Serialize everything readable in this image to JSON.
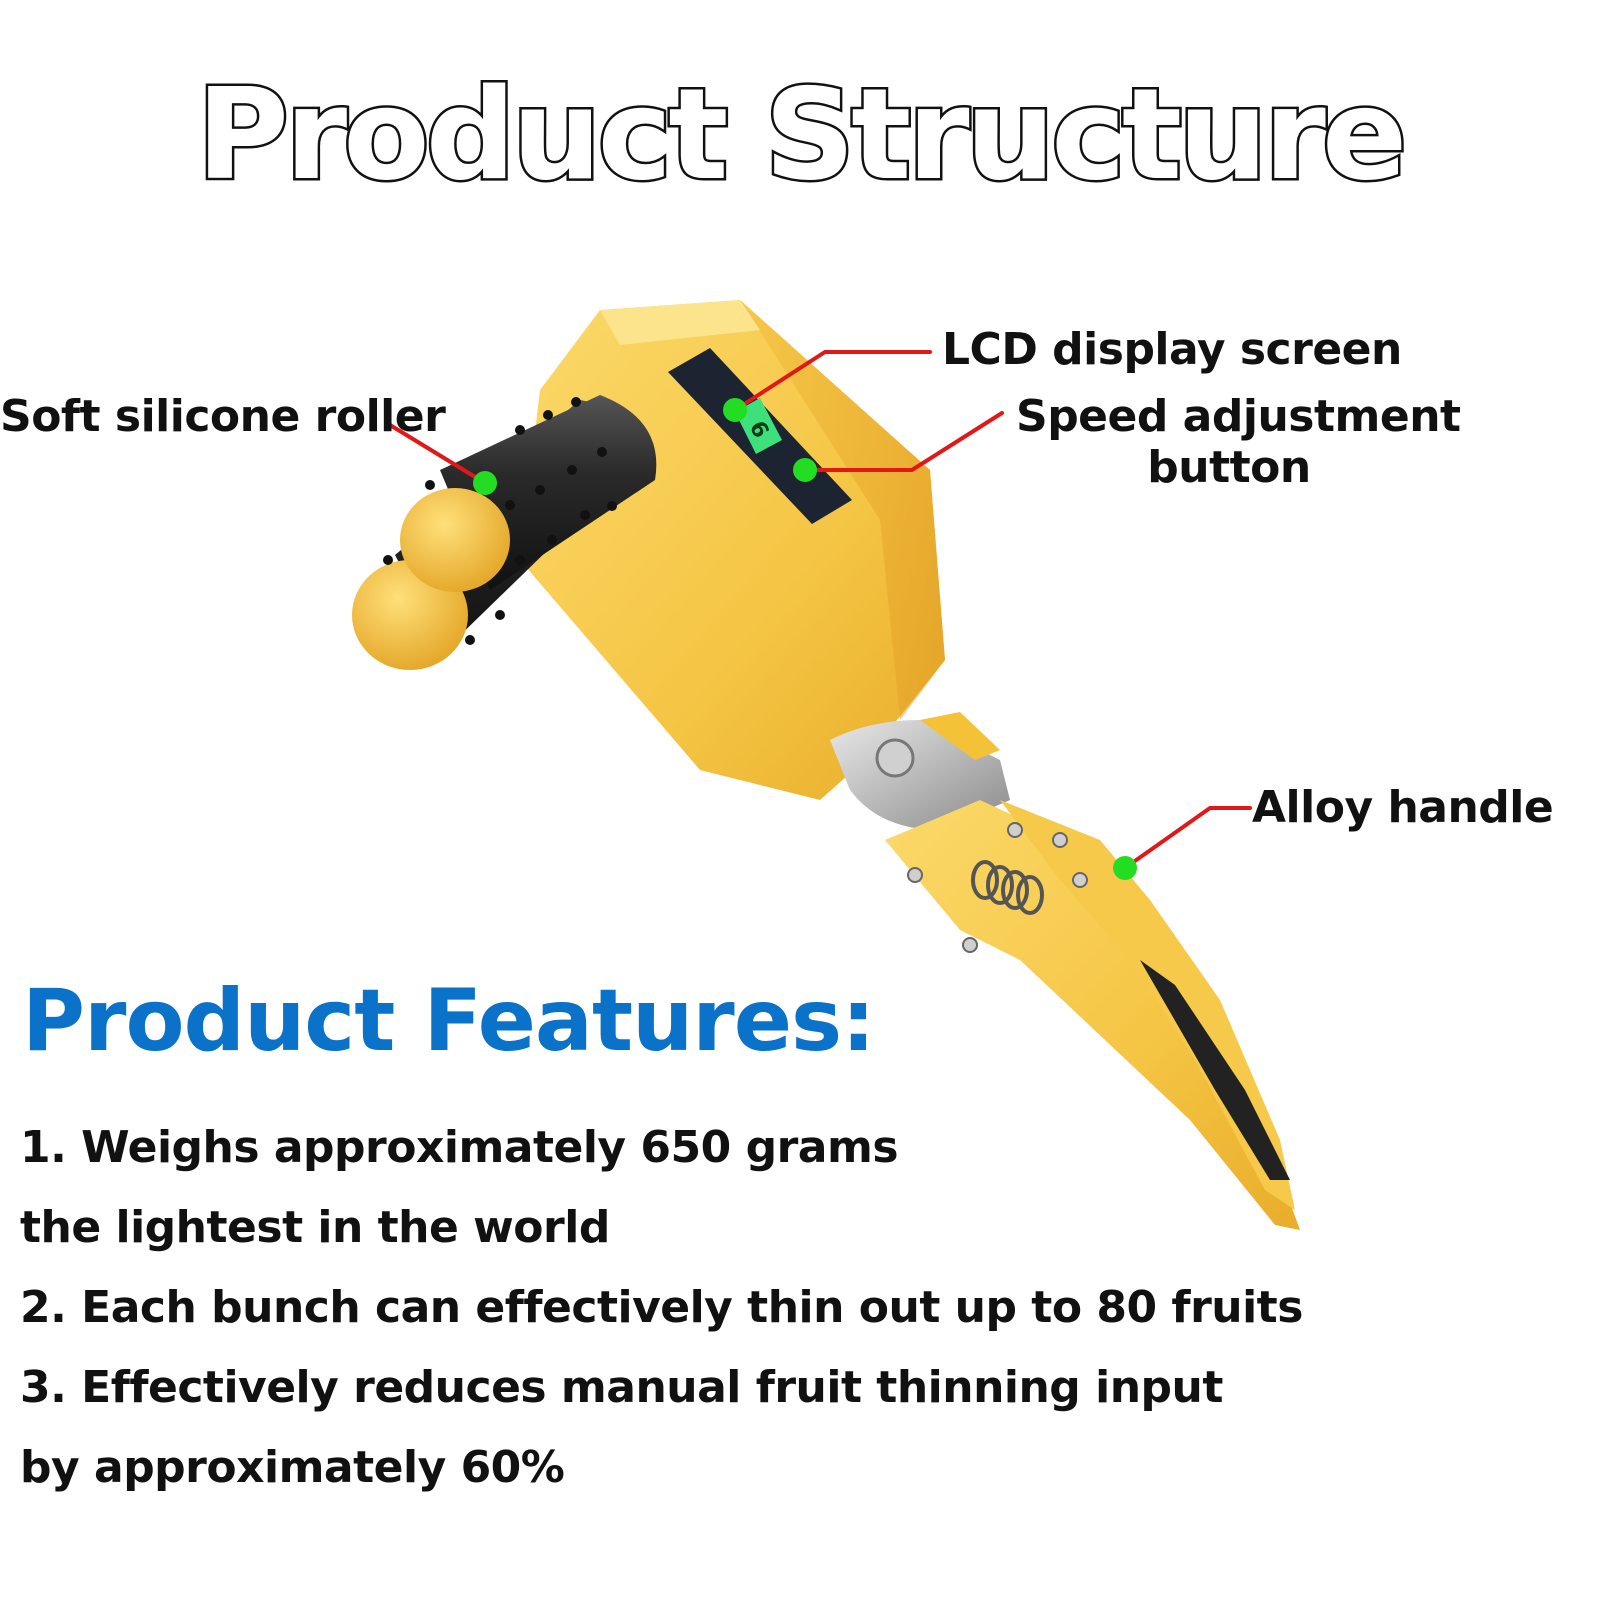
{
  "title": "Product Structure",
  "callouts": {
    "roller": "Soft silicone roller",
    "lcd": "LCD display screen",
    "speed_line1": "Speed adjustment",
    "speed_line2": "button",
    "handle": "Alloy handle"
  },
  "lcd_digit": "6",
  "features": {
    "heading": "Product Features:",
    "lines": [
      "1. Weighs approximately 650 grams",
      "the lightest in the world",
      "2. Each bunch can effectively thin out up to 80 fruits",
      "3. Effectively reduces manual fruit thinning input",
      "by approximately 60%"
    ]
  },
  "colors": {
    "body_yellow": "#f6c94a",
    "roller_black": "#222222",
    "callout_red": "#e01818",
    "marker_green": "#22dd22",
    "heading_blue": "#0a72c8"
  }
}
